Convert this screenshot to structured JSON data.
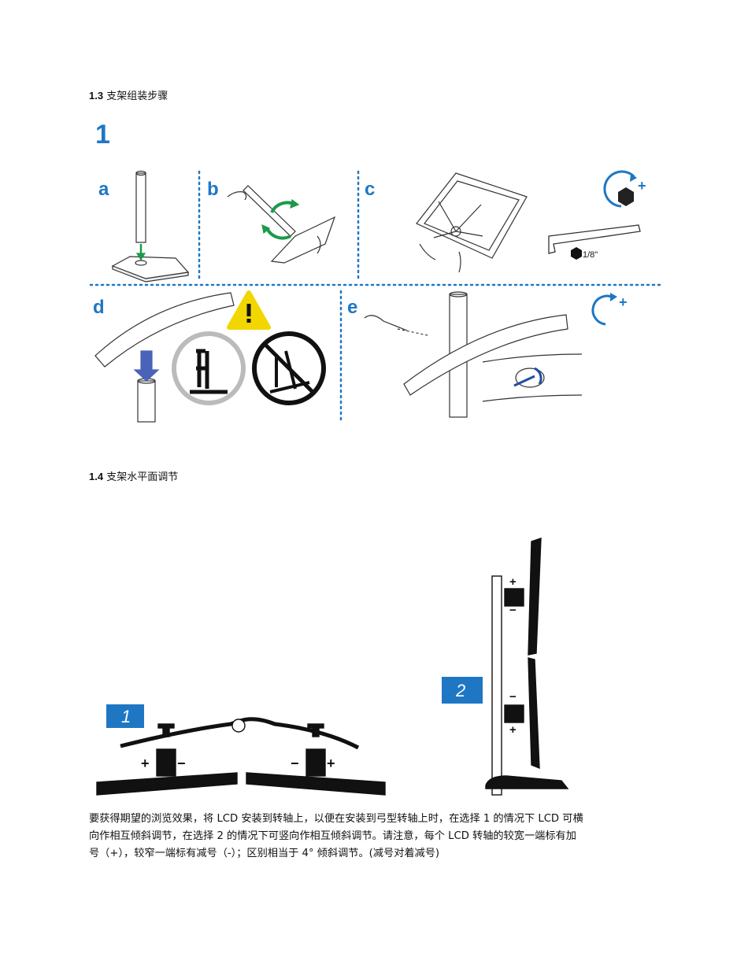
{
  "section_13": {
    "number": "1.3",
    "title": "支架组装步骤"
  },
  "section_14": {
    "number": "1.4",
    "title": "支架水平面调节"
  },
  "assembly_figure": {
    "step_number": "1",
    "panel_labels": [
      "a",
      "b",
      "c",
      "d",
      "e"
    ],
    "wrench_size": "1/8\""
  },
  "adjust_figure": {
    "option_1_label": "1",
    "option_2_label": "2",
    "plus_sign": "+",
    "minus_sign": "−"
  },
  "paragraph": {
    "line1": "要获得期望的浏览效果，将 LCD 安装到转轴上，以便在安装到弓型转轴上时，在选择 1 的情况下 LCD 可横",
    "line2": "向作相互倾斜调节，在选择 2 的情况下可竖向作相互倾斜调节。请注意，每个 LCD 转轴的较宽一端标有加",
    "line3": "号（+），较窄一端标有减号（-）；区别相当于 4° 倾斜调节。(减号对着减号)"
  },
  "colors": {
    "accent_blue": "#1f77c4",
    "arrow_green": "#1a9a4a",
    "warning_yellow": "#f2d600",
    "down_arrow_blue": "#4a63b8"
  }
}
